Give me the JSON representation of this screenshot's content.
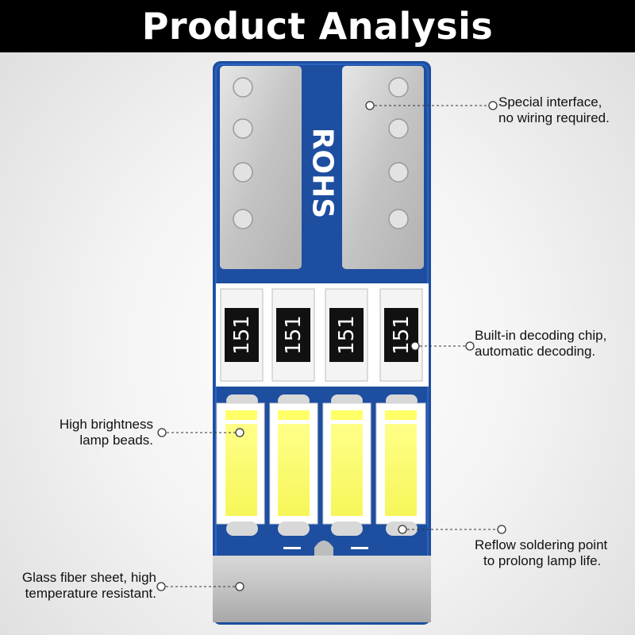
{
  "header": {
    "title": "Product Analysis"
  },
  "board": {
    "marking": "ROHS",
    "chip_codes": [
      "151",
      "151",
      "151",
      "151"
    ],
    "colors": {
      "pcb": "#1d4ea0",
      "pad": "#cfcfcf",
      "chip": "#111111",
      "led": "#ffff66",
      "led_frame": "#ffffff"
    }
  },
  "callouts": [
    {
      "id": "interface",
      "lines": [
        "Special interface,",
        "no wiring required."
      ]
    },
    {
      "id": "decoding",
      "lines": [
        "Built-in decoding chip,",
        "automatic decoding."
      ]
    },
    {
      "id": "beads",
      "lines": [
        "High brightness",
        "lamp beads."
      ]
    },
    {
      "id": "reflow",
      "lines": [
        "Reflow soldering point",
        "to prolong lamp life."
      ]
    },
    {
      "id": "glass",
      "lines": [
        "Glass fiber sheet, high",
        "temperature resistant."
      ]
    }
  ]
}
